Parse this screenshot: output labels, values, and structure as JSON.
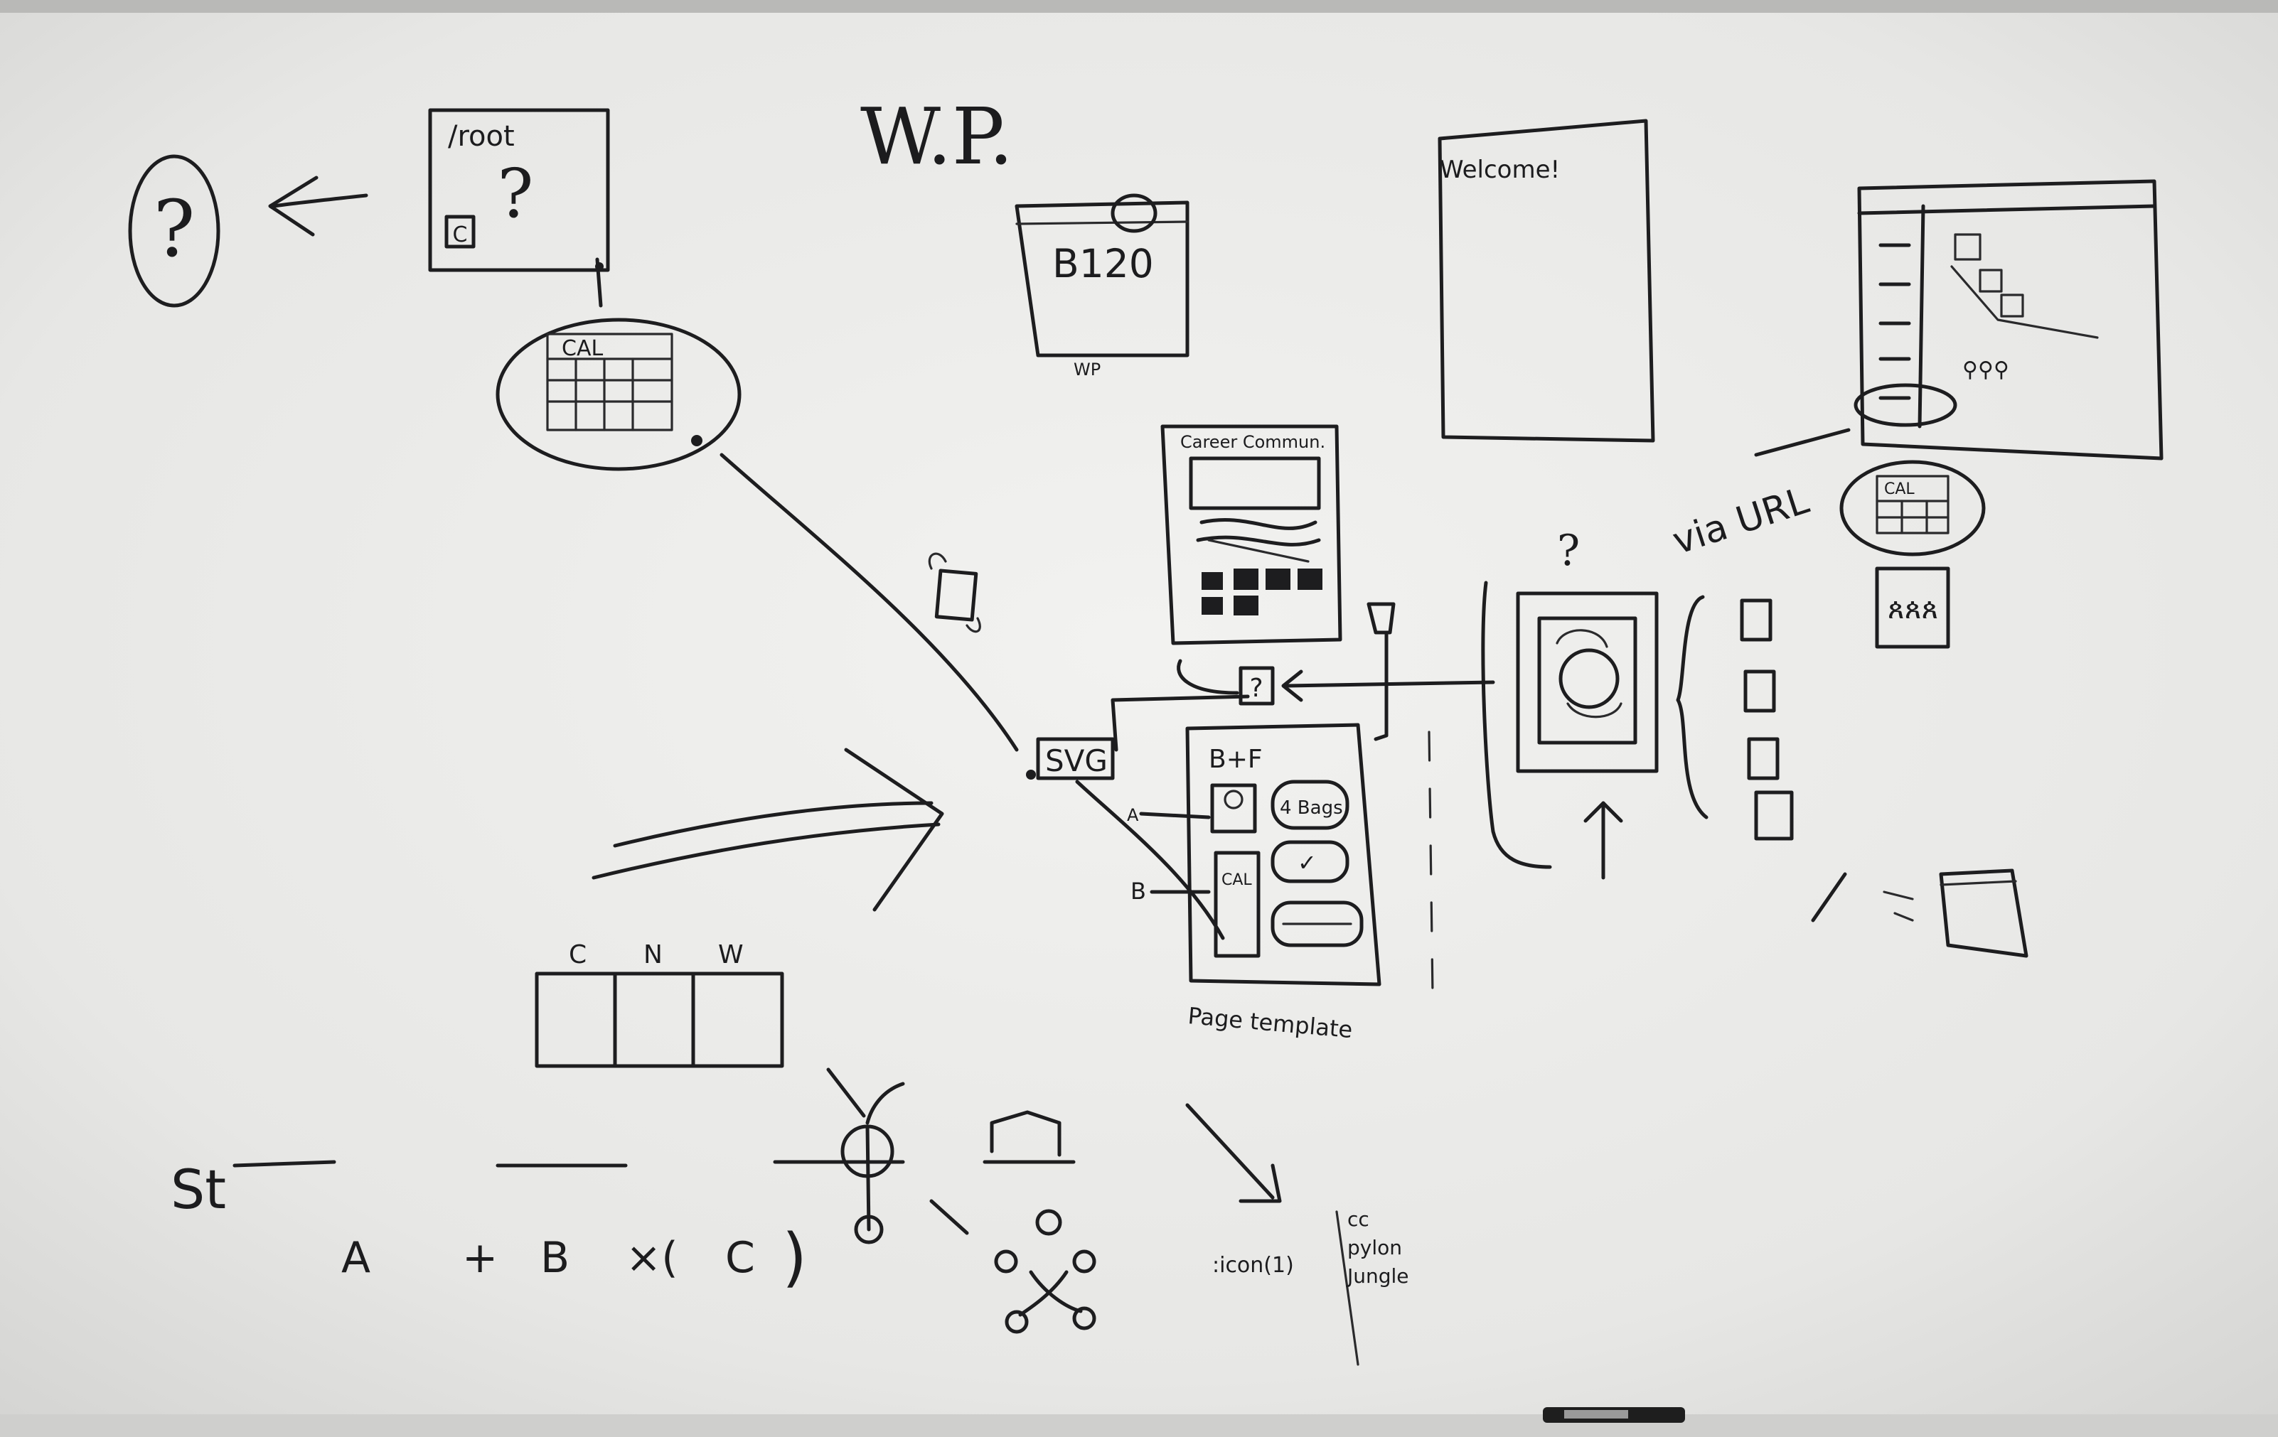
{
  "colors": {
    "board": "#e9e9e7",
    "ink": "#1d1d1f",
    "frame": "#b9b9b7",
    "tray": "#cfcfcd"
  },
  "labels": {
    "root": "/root",
    "question": "?",
    "c_box": "C",
    "cal": "CAL",
    "wp": "W.P.",
    "b120": "B120",
    "wp_small": "WP",
    "welcome": "Welcome!",
    "career": "Career Commun.",
    "svg": "SVG",
    "bf": "B+F",
    "four_bags": "4 Bags",
    "check": "✓",
    "a_arrow": "A",
    "b_arrow": "B",
    "page_template": "Page template",
    "via_url": "via URL",
    "col_c": "C",
    "col_n": "N",
    "col_w": "W",
    "formula_a": "A",
    "formula_b": "B",
    "formula_c": "C",
    "st": "St",
    "icons": ":icon(1)",
    "icon_list_1": "cc",
    "icon_list_2": "pylon",
    "icon_list_3": "Jungle"
  },
  "icons": [
    "marker-icon",
    "arrow-icon",
    "rotate-icon"
  ]
}
